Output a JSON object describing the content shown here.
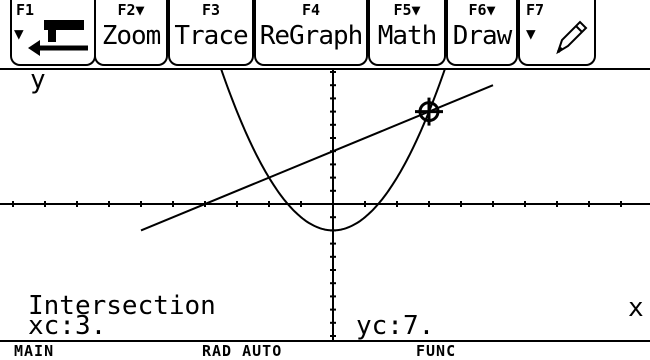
{
  "toolbar": {
    "tabs": [
      {
        "fkey": "F1",
        "label": "",
        "icon": "tools-icon"
      },
      {
        "fkey": "F2▼",
        "label": "Zoom"
      },
      {
        "fkey": "F3",
        "label": "Trace"
      },
      {
        "fkey": "F4",
        "label": "ReGraph"
      },
      {
        "fkey": "F5▼",
        "label": "Math"
      },
      {
        "fkey": "F6▼",
        "label": "Draw"
      },
      {
        "fkey": "F7",
        "label": "",
        "icon": "pencil-icon"
      }
    ]
  },
  "graph": {
    "y_axis_label": "y",
    "x_axis_label": "x",
    "message": "Intersection",
    "xc": "xc:3.",
    "yc": "yc:7.",
    "chart_data": {
      "type": "line",
      "series": [
        {
          "kind": "parabola",
          "equation": "y=x^2-2"
        },
        {
          "kind": "line",
          "equation": "y=x+4"
        }
      ],
      "intersection": {
        "x": 3,
        "y": 7
      },
      "xlim": [
        -10,
        10
      ],
      "ylim": [
        -10,
        10
      ]
    }
  },
  "status": {
    "mode": "MAIN",
    "angle_exact": "RAD AUTO",
    "graph_mode": "FUNC"
  }
}
